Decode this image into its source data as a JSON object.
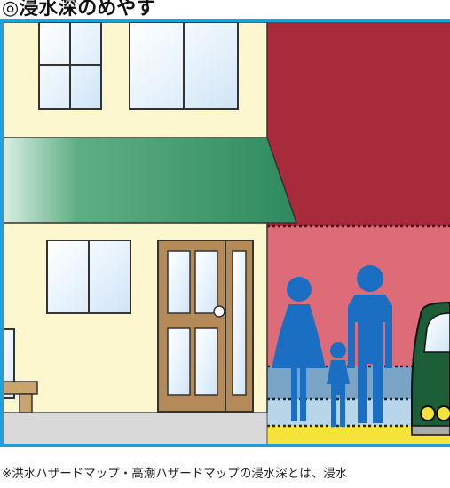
{
  "title": "◎浸水深のめやす",
  "note": "※洪水ハザードマップ・高潮ハザードマップの浸水深とは、浸水",
  "colors": {
    "frame_border": "#1ea0dc",
    "wall": "#fdf7cf",
    "awning": "#2e8b5f",
    "upper_zone": "#a82b3c",
    "middle_zone": "#dd6b78",
    "lower_zone": "#7aa4c6",
    "bottom_zone": "#f5e33a",
    "person": "#1a6fc2",
    "car": "#1b5e37"
  },
  "icons": [
    "house",
    "door",
    "window",
    "awning",
    "family",
    "car"
  ]
}
